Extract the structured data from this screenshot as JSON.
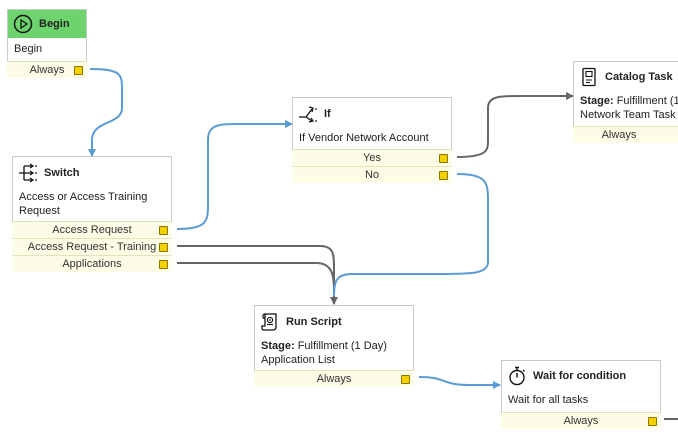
{
  "nodes": {
    "begin": {
      "title": "Begin",
      "description": "Begin",
      "outputs": [
        "Always"
      ],
      "header_color": "#6dd46d"
    },
    "switch": {
      "title": "Switch",
      "description": "Access or Access Training Request",
      "outputs": [
        "Access Request",
        "Access Request - Training",
        "Applications"
      ]
    },
    "if": {
      "title": "If",
      "description": "If Vendor Network Account",
      "outputs": [
        "Yes",
        "No"
      ]
    },
    "catalog_task": {
      "title": "Catalog Task",
      "stage_label": "Stage:",
      "stage_value": "Fulfillment (1",
      "description": "Network Team Task",
      "outputs": [
        "Always"
      ]
    },
    "run_script": {
      "title": "Run Script",
      "stage_label": "Stage:",
      "stage_value": "Fulfillment (1 Day)",
      "description": "Application List",
      "outputs": [
        "Always"
      ]
    },
    "wait": {
      "title": "Wait for condition",
      "description": "Wait for all tasks",
      "outputs": [
        "Always"
      ]
    }
  },
  "colors": {
    "wire_blue": "#5b9bd5",
    "wire_gray": "#666666",
    "port": "#f5d000",
    "output_row": "#fdfce6"
  },
  "icons": {
    "begin": "play-circle-icon",
    "switch": "switch-branch-icon",
    "if": "if-branch-icon",
    "catalog_task": "catalog-task-icon",
    "run_script": "script-scroll-icon",
    "wait": "stopwatch-icon"
  }
}
